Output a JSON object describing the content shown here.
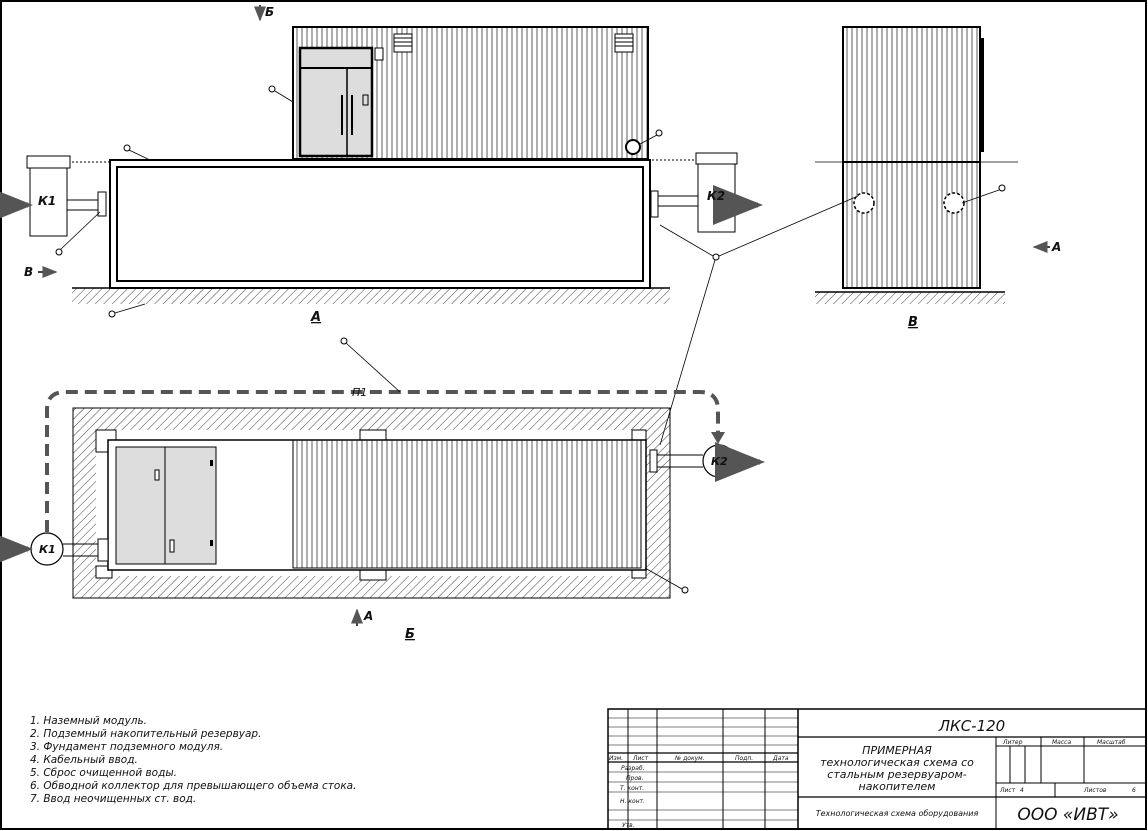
{
  "views": {
    "a_label": "А",
    "b_label": "Б",
    "v_label": "В",
    "section_b_marker": "Б",
    "section_v_marker": "В",
    "section_a_marker_side": "А",
    "section_a_marker_plan": "А"
  },
  "equipment": {
    "k1": "К1",
    "k2": "К2",
    "pipe_p1": "П1"
  },
  "legend": [
    "1. Наземный модуль.",
    "2. Подземный накопительный резервуар.",
    "3. Фундамент подземного модуля.",
    "4. Кабельный ввод.",
    "5. Сброс очищенной воды.",
    "6. Обводной коллектор для превышающего объема стока.",
    "7. Ввод неочищенных ст. вод."
  ],
  "title_block": {
    "designation": "ЛКС-120",
    "title": [
      "ПРИМЕРНАЯ",
      "технологическая схема со",
      "стальным резервуаром-",
      "накопителем"
    ],
    "subtitle": "Технологическая схема оборудования",
    "company": "ООО «ИВТ»",
    "col_headers": [
      "Изм.",
      "Лист",
      "№ докум.",
      "Подп.",
      "Дата"
    ],
    "row_labels": [
      "Разраб.",
      "Пров.",
      "Т. конт.",
      "Н. конт.",
      "Утв."
    ],
    "litera": "Литер",
    "mass": "Масса",
    "scale": "Масштаб",
    "sheet": "Лист",
    "sheet_no": "4",
    "sheets": "Листов",
    "sheets_no": "6"
  }
}
